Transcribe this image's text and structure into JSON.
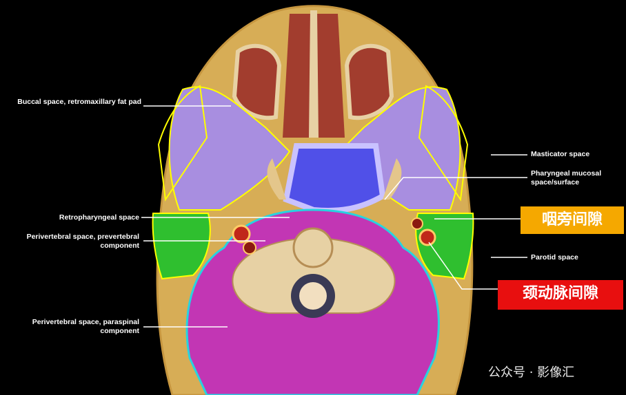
{
  "labels": {
    "buccal": "Buccal space, retromaxillary fat pad",
    "masticator": "Masticator space",
    "pharyngeal_mucosal": "Pharyngeal mucosal space/surface",
    "retropharyngeal": "Retropharyngeal space",
    "perivertebral_prevertebral": "Perivertebral space, prevertebral component",
    "parotid": "Parotid space",
    "perivertebral_paraspinal": "Perivertebral space, paraspinal component"
  },
  "callouts": {
    "parapharyngeal": "咽旁间隙",
    "carotid": "颈动脉间隙"
  },
  "watermark": "公众号 · 影像汇",
  "colors": {
    "fat": "#d7ad56",
    "masticator": "#a88ee0",
    "pharyngeal": "#5050e8",
    "perivertebral": "#c236b4",
    "parotid": "#2fbf2f",
    "outline_yellow": "#ffff00",
    "outline_cyan": "#27d3e0",
    "callout_orange_bg": "#f5a800",
    "callout_red_bg": "#e80f0f"
  }
}
